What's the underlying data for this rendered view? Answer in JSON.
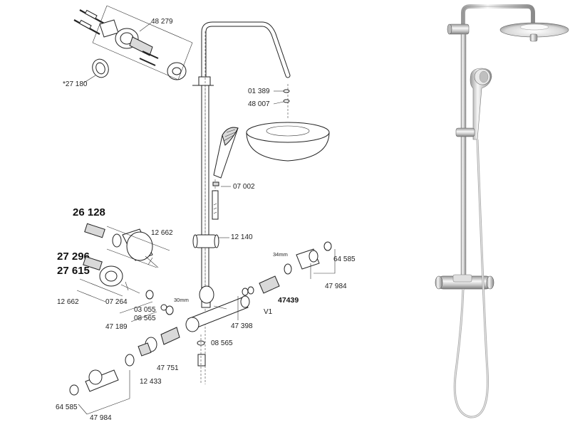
{
  "exploded_view": {
    "wall_bracket_kit": "48 279",
    "bracket_seal": "*27 180",
    "shower_head_nut": "01 389",
    "shower_head_washer": "48 007",
    "hose_washer": "07 002",
    "glider": "12 140",
    "handle_set_a": "26 128",
    "handle_set_b": "27 296",
    "handle_set_c": "27 615",
    "handle_upper": "12 662",
    "handle_lower": "12 662",
    "spindle_a": "07 264",
    "spindle_b": "03 055",
    "spindle_c": "08 565",
    "spindle_bottom": "47 189",
    "wrench_size_a": "30mm",
    "nipple": "08 565",
    "thermo_cartridge": "47 751",
    "cartridge_nut": "12 433",
    "end_cap_left": "64 585",
    "end_cap_set_left": "47 984",
    "check_valve": "47 398",
    "flow_label": "V1",
    "wrench_size_b": "34mm",
    "diverter_cartridge": "47439",
    "end_cap_right": "64 585",
    "end_cap_set_right": "47 984"
  },
  "colors": {
    "line": "#222222",
    "chrome_light": "#f4f4f4",
    "chrome_mid": "#c8c8c8",
    "chrome_dark": "#7a7a7a"
  }
}
